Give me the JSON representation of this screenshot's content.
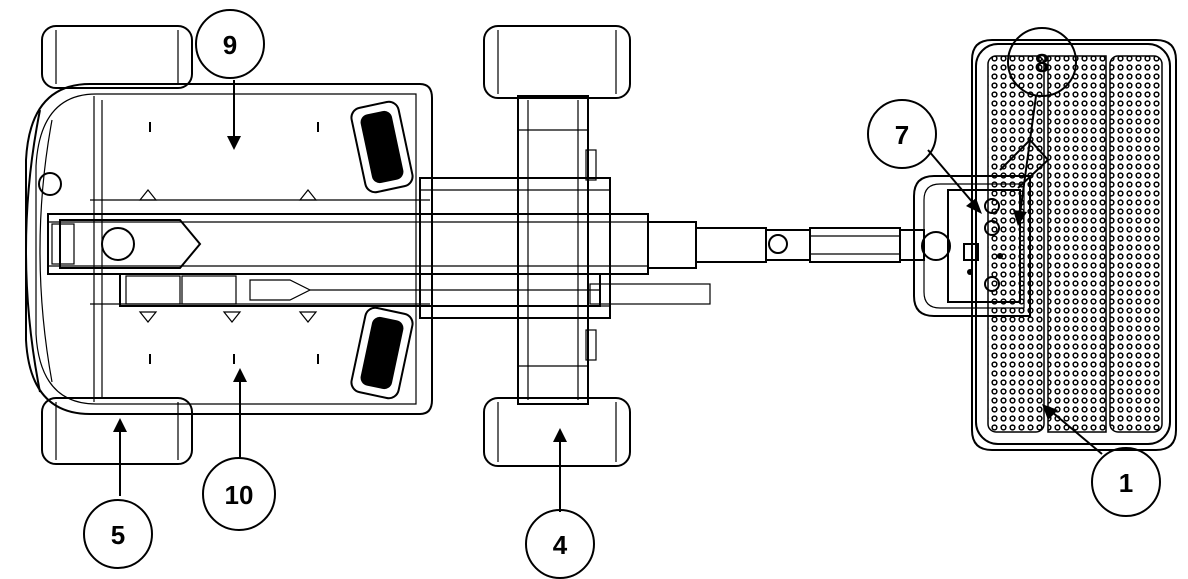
{
  "callouts": [
    {
      "id": "1",
      "label": "1"
    },
    {
      "id": "4",
      "label": "4"
    },
    {
      "id": "5",
      "label": "5"
    },
    {
      "id": "7",
      "label": "7"
    },
    {
      "id": "8",
      "label": "8"
    },
    {
      "id": "9",
      "label": "9"
    },
    {
      "id": "10",
      "label": "10"
    }
  ],
  "colors": {
    "ink": "#000000",
    "background": "#ffffff"
  }
}
